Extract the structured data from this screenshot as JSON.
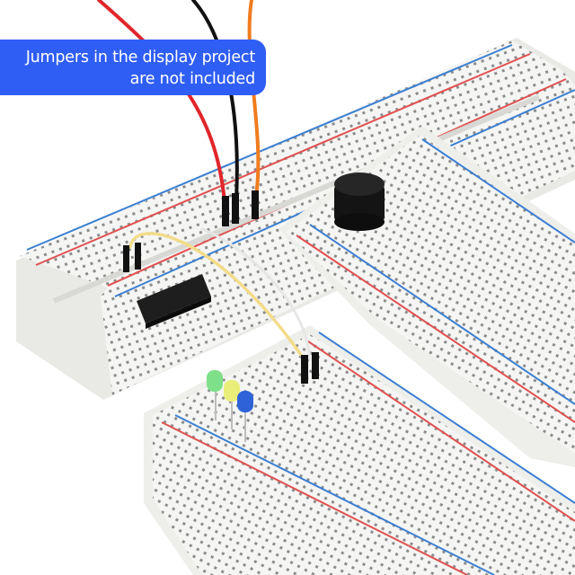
{
  "banner": {
    "line1": "Jumpers in the display project",
    "line2": "are not included",
    "background": "#2f5ef5",
    "text_color": "#ffffff"
  },
  "scene": {
    "objects": [
      "breadboard",
      "breadboard",
      "breadboard",
      "breadboard",
      "ic-chip",
      "buzzer",
      "led-green",
      "led-yellow",
      "led-blue",
      "jumper-wire-red",
      "jumper-wire-black",
      "jumper-wire-orange",
      "jumper-wire-yellow",
      "jumper-wire-white"
    ],
    "colors": {
      "board": "#f4f4f2",
      "rail_red": "#e05050",
      "rail_blue": "#3b7fd1",
      "wire_red": "#e0262a",
      "wire_orange": "#f07c1e",
      "wire_yellow": "#f2dc8a",
      "led_green": "#7fe08a",
      "led_yellow": "#e9ee7a",
      "led_blue": "#2e63d8"
    }
  }
}
